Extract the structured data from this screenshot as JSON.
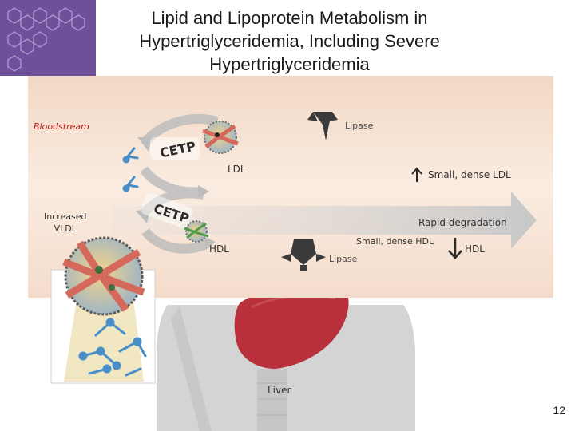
{
  "title": "Lipid and Lipoprotein Metabolism in Hypertriglyceridemia, Including Severe Hypertriglyceridemia",
  "slide_number": "12",
  "colors": {
    "bloodstream_bg": "#f6e2d2",
    "arrow_gray": "#cfcfcf",
    "lipoprotein_band": "#d9766a",
    "liver": "#b9313c",
    "body_silhouette": "#d3d3d3",
    "title_corner": "#5b3a86",
    "label_red": "#b2201e"
  },
  "diagram": {
    "bloodstream": "Bloodstream",
    "increased_vldl": [
      "Increased",
      "VLDL"
    ],
    "cetp_top": "CETP",
    "cetp_bottom": "CETP",
    "ldl": "LDL",
    "lipase_top": "Lipase",
    "lipase_bottom": "Lipase",
    "small_dense_ldl": "Small, dense LDL",
    "rapid_degradation": "Rapid degradation",
    "small_dense_hdl": "Small, dense HDL",
    "hdl_left": "HDL",
    "hdl_right": "HDL",
    "liver": "Liver"
  },
  "icons": {
    "up_arrow": "up-arrow-icon",
    "down_arrow": "down-arrow-icon",
    "lipase": "lipase-enzyme-icon",
    "cetp": "cetp-protein-icon",
    "lipoprotein": "lipoprotein-particle-icon",
    "liver": "liver-organ-icon"
  }
}
